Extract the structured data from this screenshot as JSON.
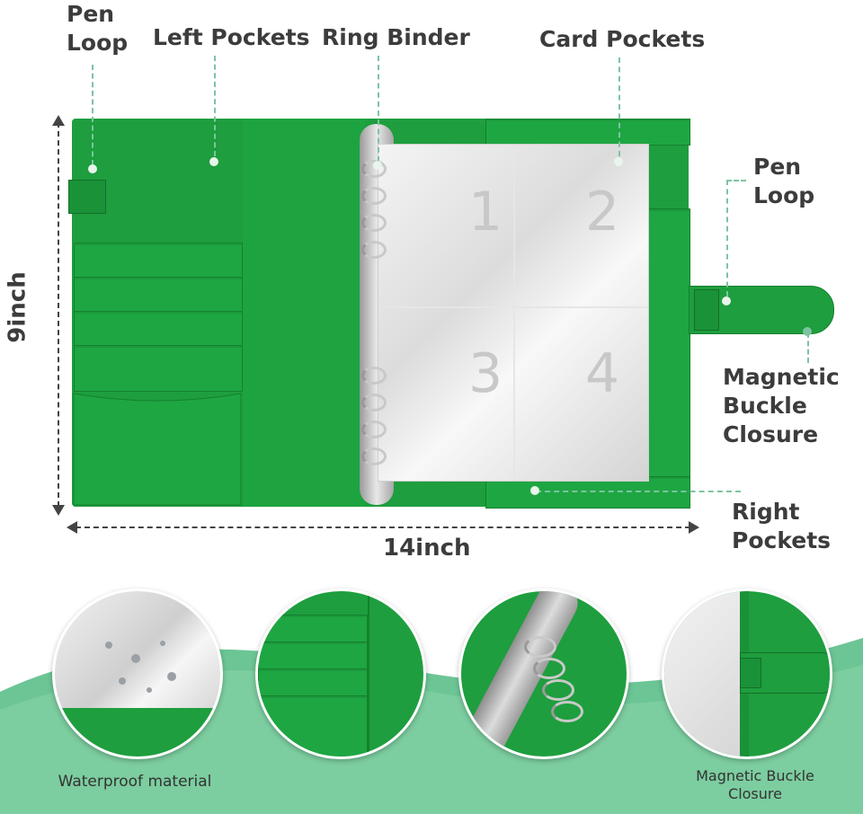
{
  "labels": {
    "pen_loop_left": [
      "Pen",
      "Loop"
    ],
    "left_pockets": "Left Pockets",
    "ring_binder": "Ring Binder",
    "card_pockets": "Card Pockets",
    "pen_loop_right": [
      "Pen",
      "Loop"
    ],
    "magnetic_buckle": [
      "Magnetic",
      "Buckle",
      "Closure"
    ],
    "right_pockets": [
      "Right",
      "Pockets"
    ],
    "height": "9inch",
    "width": "14inch"
  },
  "sleeve_numbers": [
    "1",
    "2",
    "3",
    "4"
  ],
  "captions": {
    "waterproof": "Waterproof material",
    "magnetic": [
      "Magnetic Buckle",
      "Closure"
    ]
  },
  "colors": {
    "binder_green": "#1e9e3e",
    "accent_dot": "#7cc4a0",
    "wave_green": "#5ec08a"
  }
}
